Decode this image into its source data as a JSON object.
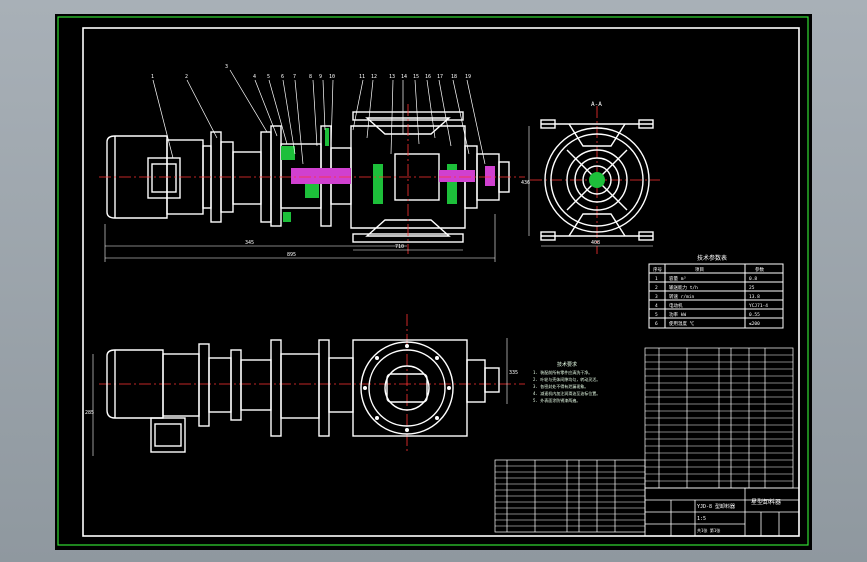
{
  "drawing": {
    "section_label": "A-A",
    "top_dims": {
      "overall": "895",
      "motor": "345",
      "flange": "710",
      "right": "335"
    },
    "side_dims": {
      "height": "436",
      "width": "408",
      "bottom": "285"
    },
    "tech_params": {
      "title": "技术参数表",
      "headers": [
        "序号",
        "项目",
        "参数"
      ],
      "rows": [
        [
          "1",
          "容量 m³",
          "0.8"
        ],
        [
          "2",
          "输送能力 t/h",
          "25"
        ],
        [
          "3",
          "转速 r/min",
          "13.8"
        ],
        [
          "4",
          "电动机",
          "YCJ71-4"
        ],
        [
          "5",
          "功率 kW",
          "0.55"
        ],
        [
          "6",
          "使用温度 ℃",
          "≤200"
        ]
      ]
    },
    "tech_notes": {
      "title": "技术要求",
      "lines": [
        "1. 装配前所有零件应清洗干净。",
        "2. 叶轮与壳体间隙均匀，转动灵活。",
        "3. 各密封处不得有泄漏现象。",
        "4. 减速机内加注润滑油至油标位置。",
        "5. 外表面涂防锈漆两遍。"
      ]
    },
    "title_block": {
      "name": "星型卸料器",
      "code": "YJD-8 型卸料器",
      "scale": "1:5",
      "sheet": "共1张 第1张"
    }
  }
}
